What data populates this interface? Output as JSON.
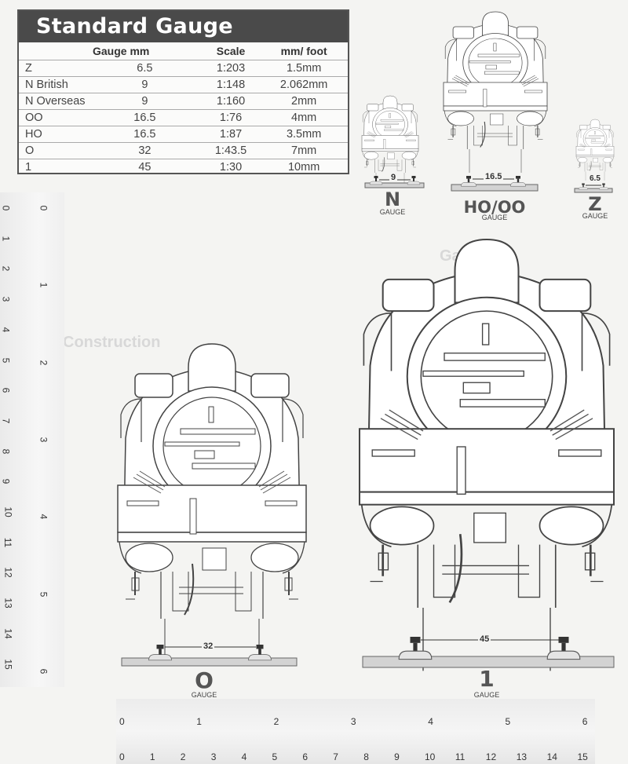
{
  "table": {
    "title": "Standard Gauge",
    "columns": [
      "",
      "Gauge mm",
      "Scale",
      "mm/ foot"
    ],
    "rows": [
      {
        "gauge": "Z",
        "gauge_mm": "6.5",
        "scale": "1:203",
        "mm_per_foot": "1.5mm"
      },
      {
        "gauge": "N British",
        "gauge_mm": "9",
        "scale": "1:148",
        "mm_per_foot": "2.062mm"
      },
      {
        "gauge": "N Overseas",
        "gauge_mm": "9",
        "scale": "1:160",
        "mm_per_foot": "2mm"
      },
      {
        "gauge": "OO",
        "gauge_mm": "16.5",
        "scale": "1:76",
        "mm_per_foot": "4mm"
      },
      {
        "gauge": "HO",
        "gauge_mm": "16.5",
        "scale": "1:87",
        "mm_per_foot": "3.5mm"
      },
      {
        "gauge": "O",
        "gauge_mm": "32",
        "scale": "1:43.5",
        "mm_per_foot": "7mm"
      },
      {
        "gauge": "1",
        "gauge_mm": "45",
        "scale": "1:30",
        "mm_per_foot": "10mm"
      }
    ]
  },
  "diagrams": {
    "n": {
      "letter": "N",
      "sub": "GAUGE",
      "dimension": "9"
    },
    "hoo": {
      "letter": "HO/OO",
      "sub": "GAUGE",
      "dimension": "16.5"
    },
    "z": {
      "letter": "Z",
      "sub": "GAUGE",
      "dimension": "6.5"
    },
    "o": {
      "letter": "O",
      "sub": "GAUGE",
      "dimension": "32"
    },
    "one": {
      "letter": "1",
      "sub": "GAUGE",
      "dimension": "45"
    }
  },
  "rulers": {
    "vertical_cm": [
      "0",
      "1",
      "2",
      "3",
      "4",
      "5",
      "6",
      "7",
      "8",
      "9",
      "10",
      "11",
      "12",
      "13",
      "14",
      "15"
    ],
    "vertical_in": [
      "0",
      "1",
      "2",
      "3",
      "4",
      "5",
      "6"
    ],
    "horizontal_in": [
      "0",
      "1",
      "2",
      "3",
      "4",
      "5",
      "6"
    ],
    "horizontal_cm": [
      "0",
      "1",
      "2",
      "3",
      "4",
      "5",
      "6",
      "7",
      "8",
      "9",
      "10",
      "11",
      "12",
      "13",
      "14",
      "15"
    ]
  }
}
